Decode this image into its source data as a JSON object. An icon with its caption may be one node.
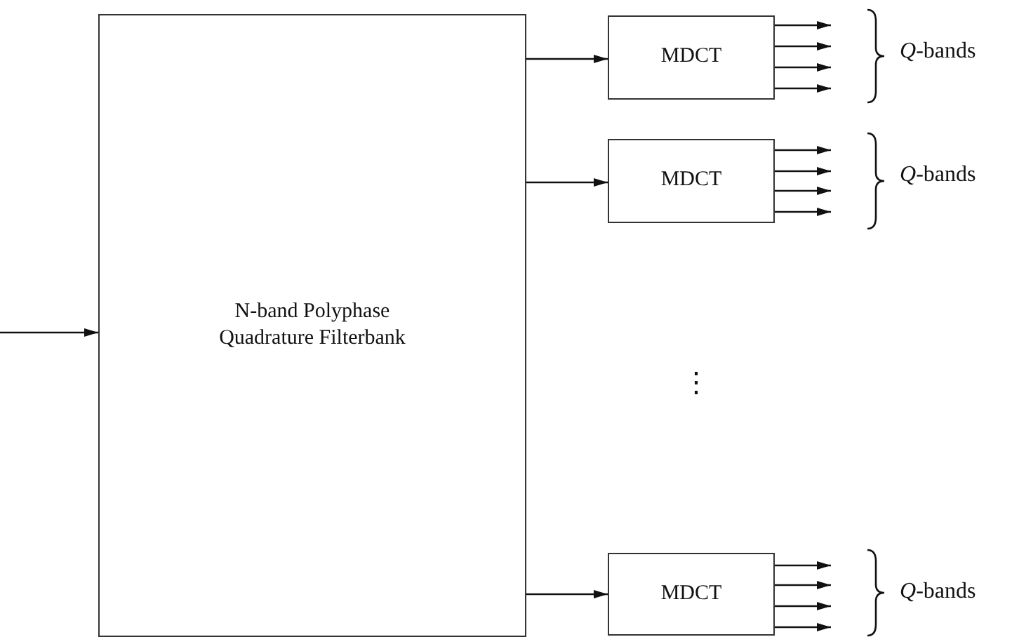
{
  "diagram": {
    "nodes": [
      {
        "text": [
          "N-band Polyphase Quadrature Filterbank"
        ]
      },
      {
        "text": [
          "MDCT"
        ]
      },
      {
        "text": [
          "MDCT"
        ]
      },
      {
        "text": [
          "MDCT"
        ]
      }
    ],
    "edges": [
      {
        "from": null,
        "to": 0,
        "arrow": "to"
      },
      {
        "from": 0,
        "to": 1,
        "arrow": "to"
      },
      {
        "from": 0,
        "to": 2,
        "arrow": "to"
      },
      {
        "from": 0,
        "to": 3,
        "arrow": "to"
      },
      {
        "from": 1,
        "to": null,
        "arrow": "to"
      },
      {
        "from": 1,
        "to": null,
        "arrow": "to"
      },
      {
        "from": 1,
        "to": null,
        "arrow": "to"
      },
      {
        "from": 1,
        "to": null,
        "arrow": "to"
      },
      {
        "from": 2,
        "to": null,
        "arrow": "to"
      },
      {
        "from": 2,
        "to": null,
        "arrow": "to"
      },
      {
        "from": 2,
        "to": null,
        "arrow": "to"
      },
      {
        "from": 2,
        "to": null,
        "arrow": "to"
      },
      {
        "from": 3,
        "to": null,
        "arrow": "to"
      },
      {
        "from": 3,
        "to": null,
        "arrow": "to"
      },
      {
        "from": 3,
        "to": null,
        "arrow": "to"
      },
      {
        "from": 3,
        "to": null,
        "arrow": "to"
      }
    ],
    "labels": [
      "*Q*-bands",
      "*Q*-bands",
      "⋮",
      "*Q*-bands"
    ]
  }
}
